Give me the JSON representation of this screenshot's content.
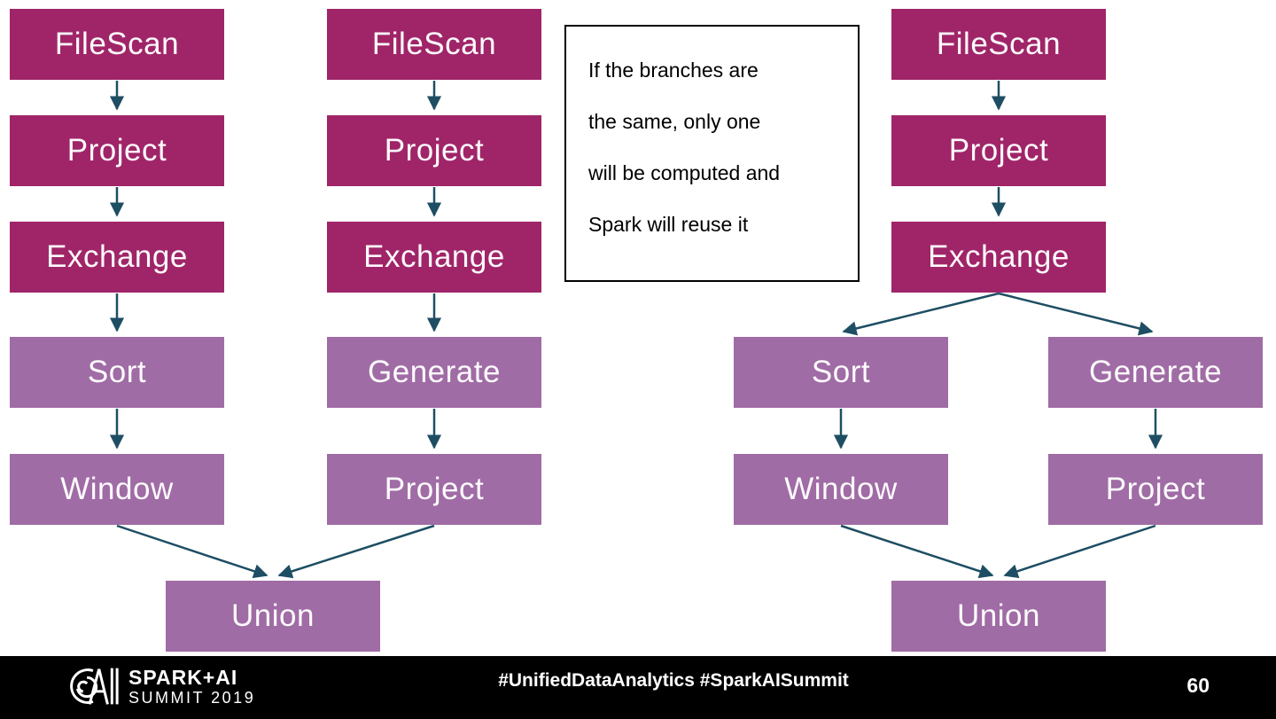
{
  "left_diagram": {
    "chain1": [
      "FileScan",
      "Project",
      "Exchange",
      "Sort",
      "Window"
    ],
    "chain2": [
      "FileScan",
      "Project",
      "Exchange",
      "Generate",
      "Project"
    ],
    "union": "Union"
  },
  "right_diagram": {
    "trunk": [
      "FileScan",
      "Project",
      "Exchange"
    ],
    "branch_left": [
      "Sort",
      "Window"
    ],
    "branch_right": [
      "Generate",
      "Project"
    ],
    "union": "Union"
  },
  "note": {
    "lines": [
      "If the branches are",
      "the same, only one",
      "will be computed and",
      "Spark will reuse it"
    ]
  },
  "footer": {
    "logo_line1": "SPARK+AI",
    "logo_line2": "SUMMIT 2019",
    "hashtags": "#UnifiedDataAnalytics #SparkAISummit",
    "page_number": "60"
  },
  "icons": {
    "logo_mark": "spark-ai-summit-spiral-sa-mark"
  },
  "palette": {
    "dark_node": "#A02568",
    "light_node": "#A06CA5",
    "arrow": "#1E4E63",
    "node_text": "#FFFFFF",
    "note_border": "#000000",
    "footer_bg": "#000000",
    "footer_text": "#FFFFFF",
    "background": "#FFFFFF"
  }
}
